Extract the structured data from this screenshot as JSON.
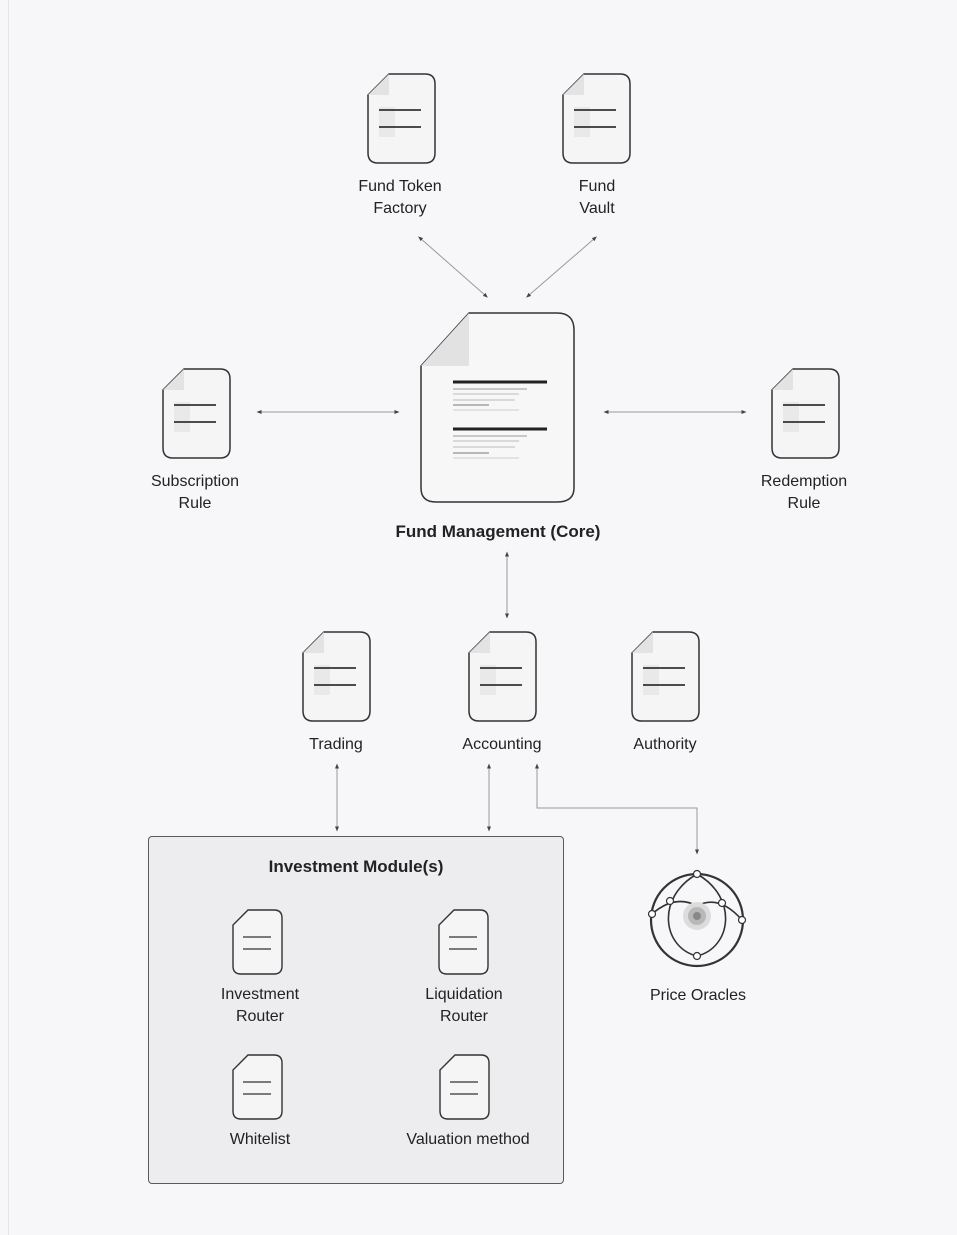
{
  "core": {
    "label": "Fund Management (Core)"
  },
  "top": {
    "fund_token_factory": "Fund Token\nFactory",
    "fund_vault": "Fund\nVault"
  },
  "side": {
    "subscription_rule": "Subscription\nRule",
    "redemption_rule": "Redemption\nRule"
  },
  "middle": {
    "trading": "Trading",
    "accounting": "Accounting",
    "authority": "Authority"
  },
  "investment_modules": {
    "title": "Investment Module(s)",
    "investment_router": "Investment\nRouter",
    "liquidation_router": "Liquidation\nRouter",
    "whitelist": "Whitelist",
    "valuation_method": "Valuation method"
  },
  "oracles": {
    "label": "Price Oracles"
  }
}
